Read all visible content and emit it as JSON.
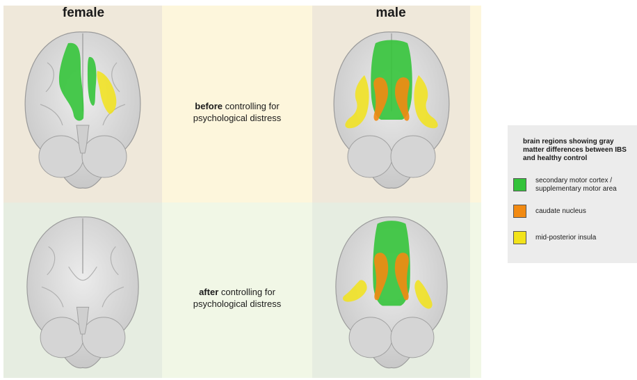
{
  "columns": {
    "female": "female",
    "male": "male"
  },
  "rows": {
    "before": {
      "bold": "before",
      "rest_line1": " controlling for",
      "line2": "psychological distress"
    },
    "after": {
      "bold": "after",
      "rest_line1": " controlling for",
      "line2": "psychological distress"
    }
  },
  "legend": {
    "title": "brain regions showing gray matter differences between IBS and healthy control",
    "items": [
      {
        "label": "secondary motor cortex / supplementary motor area",
        "color": "#33c33a"
      },
      {
        "label": "caudate nucleus",
        "color": "#f28a12"
      },
      {
        "label": "mid-posterior insula",
        "color": "#f2e31a"
      }
    ]
  },
  "colors": {
    "panel_brain_bg_top": "#efe8da",
    "panel_label_bg_top": "#fdf6dc",
    "panel_brain_bg_bottom": "#e6ede1",
    "panel_label_bg_bottom": "#f1f7e6",
    "brain_fill": "#d9d9d9",
    "brain_stroke": "#9a9a9a"
  }
}
